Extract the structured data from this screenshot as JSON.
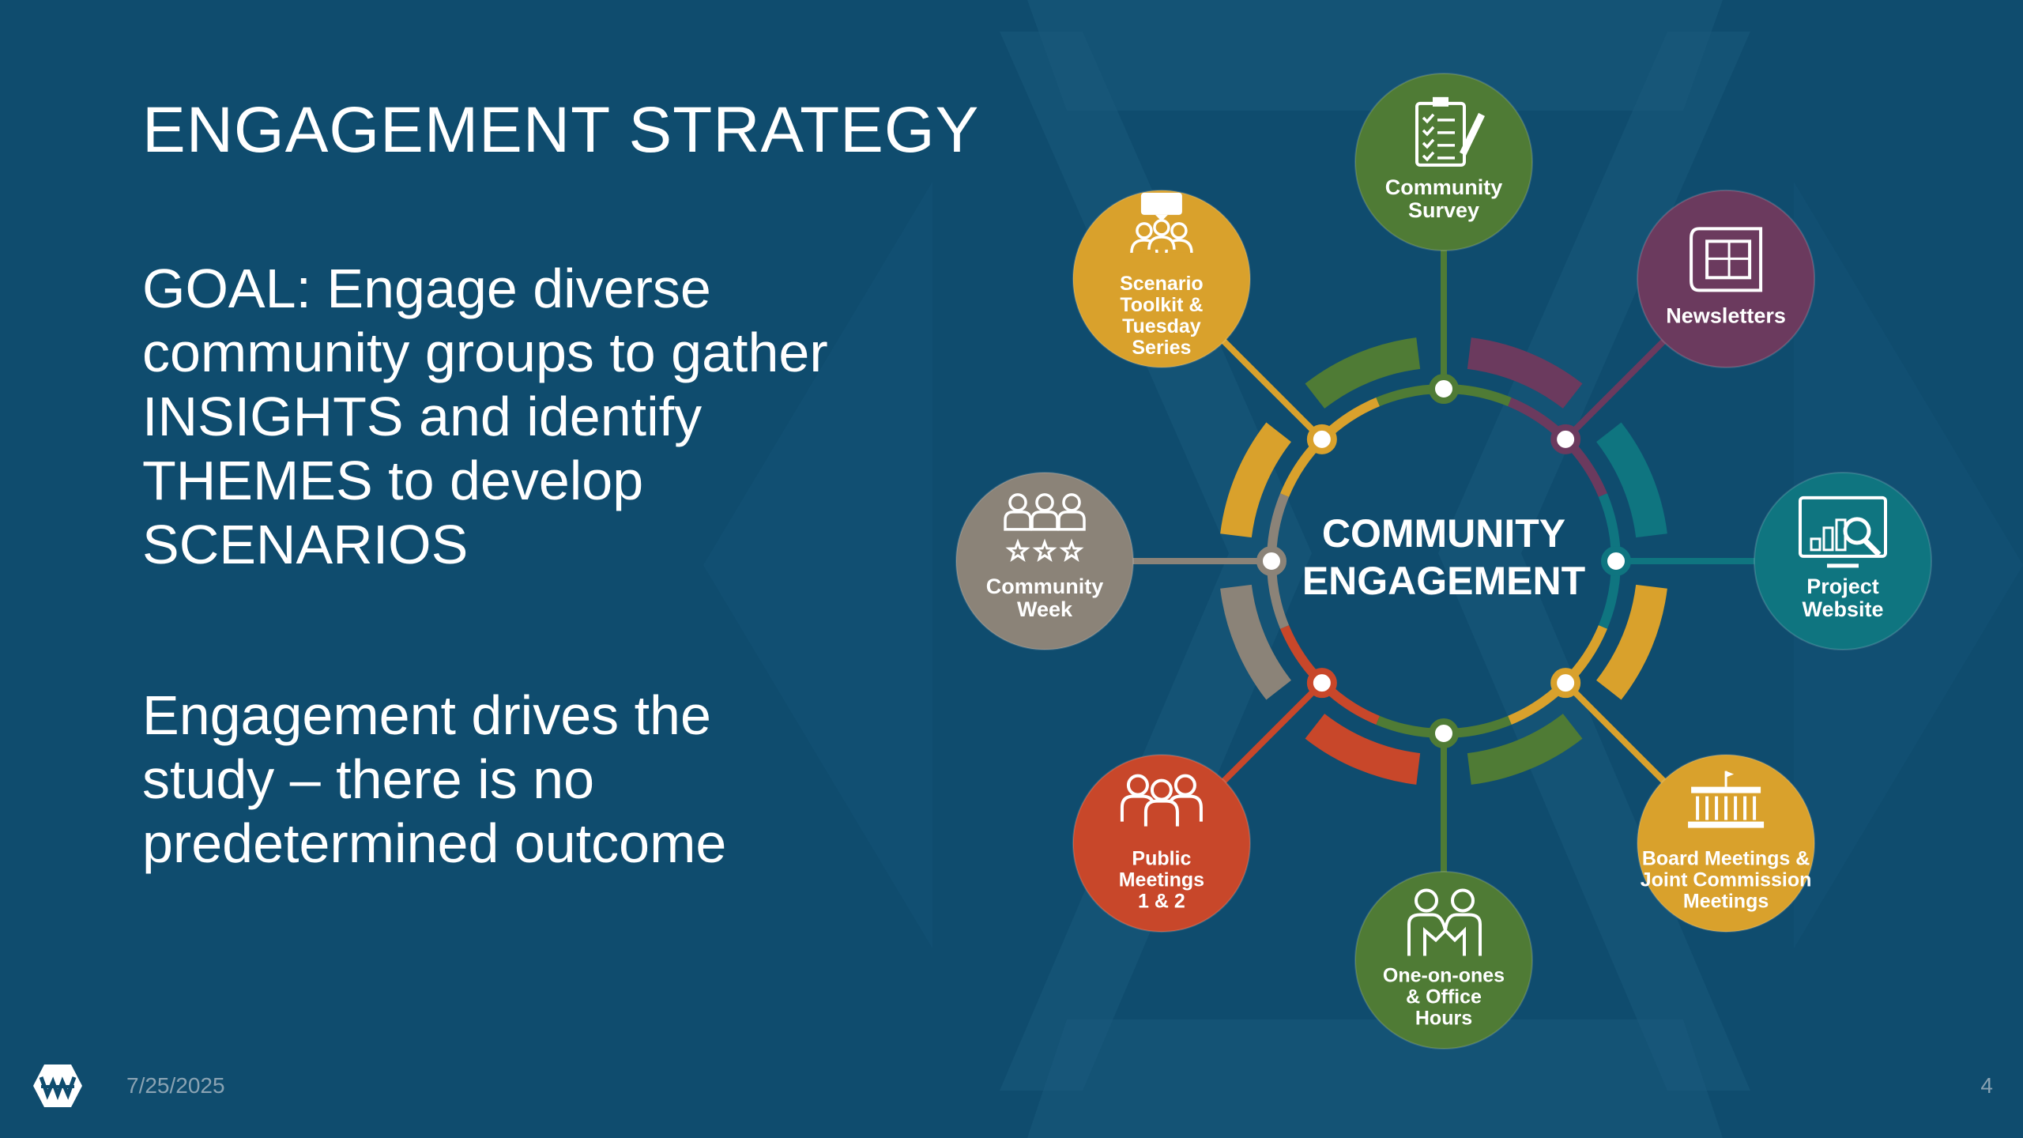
{
  "slide": {
    "title": "ENGAGEMENT STRATEGY",
    "goal_text": "GOAL: Engage diverse community groups to gather INSIGHTS and identify THEMES to develop SCENARIOS",
    "drives_text": "Engagement drives the study – there is no predetermined outcome",
    "date": "7/25/2025",
    "page_number": "4"
  },
  "diagram": {
    "center_lines": [
      "COMMUNITY",
      "ENGAGEMENT"
    ],
    "nodes": [
      {
        "id": "community-survey",
        "lines": [
          "Community",
          "Survey"
        ],
        "color": "#4f7b35",
        "icon": "clipboard-checklist-icon"
      },
      {
        "id": "newsletters",
        "lines": [
          "Newsletters"
        ],
        "color": "#6b3a5e",
        "icon": "newsletter-icon"
      },
      {
        "id": "project-website",
        "lines": [
          "Project",
          "Website"
        ],
        "color": "#0f7580",
        "icon": "website-analytics-icon"
      },
      {
        "id": "board-meetings",
        "lines": [
          "Board Meetings &",
          "Joint Commission",
          "Meetings"
        ],
        "color": "#d9a12c",
        "icon": "capitol-building-icon"
      },
      {
        "id": "one-on-ones",
        "lines": [
          "One-on-ones",
          "& Office",
          "Hours"
        ],
        "color": "#4f7b35",
        "icon": "two-people-meeting-icon"
      },
      {
        "id": "public-meetings",
        "lines": [
          "Public",
          "Meetings",
          "1 & 2"
        ],
        "color": "#c8472a",
        "icon": "group-people-icon"
      },
      {
        "id": "community-week",
        "lines": [
          "Community",
          "Week"
        ],
        "color": "#8b8378",
        "icon": "people-stars-icon"
      },
      {
        "id": "scenario-toolkit",
        "lines": [
          "Scenario",
          "Toolkit &",
          "Tuesday",
          "Series"
        ],
        "color": "#d9a12c",
        "icon": "presentation-group-icon"
      }
    ]
  }
}
